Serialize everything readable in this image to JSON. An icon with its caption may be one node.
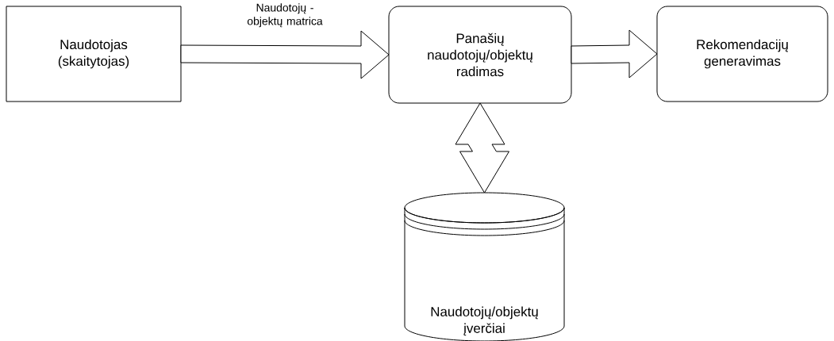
{
  "diagram": {
    "nodes": [
      {
        "text": [
          "Naudotojas (skaitytojas)"
        ]
      },
      {
        "text": [
          "Panašių naudotojų/objektų radimas"
        ]
      },
      {
        "text": [
          "Rekomendacijų generavimas"
        ]
      },
      {
        "text": [
          "Naudotojų/objektų įverčiai"
        ]
      }
    ],
    "edges": [
      {
        "from": 0,
        "to": 1,
        "arrow": "to",
        "label": "Naudotojų - objektų matrica"
      },
      {
        "from": 1,
        "to": 2,
        "arrow": "to"
      },
      {
        "from": 1,
        "to": 3,
        "arrow": "both"
      }
    ]
  }
}
